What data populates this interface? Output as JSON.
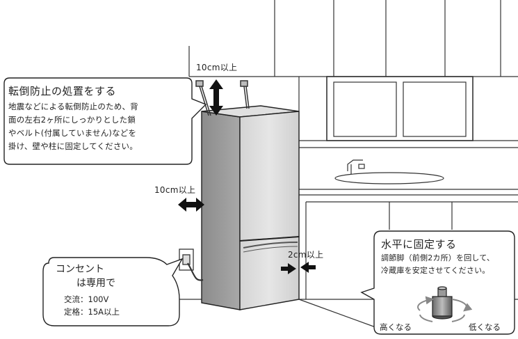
{
  "callouts": {
    "tipping": {
      "title": "転倒防止の処置をする",
      "lines": [
        "地震などによる転倒防止のため、背",
        "面の左右2ヶ所にしっかりとした鎖",
        "やベルト(付属していません)などを",
        "掛け、壁や柱に固定してください。"
      ]
    },
    "outlet": {
      "title_line1": "コンセント",
      "title_line2": "は専用で",
      "spec1": "交流：100V",
      "spec2": "定格：15A以上"
    },
    "level": {
      "title": "水平に固定する",
      "lines": [
        "調節脚（前側2カ所）を回して、",
        "冷蔵庫を安定させてください。"
      ],
      "raise_label": "高くなる",
      "lower_label": "低くなる"
    }
  },
  "clearances": {
    "top": "10cm以上",
    "side": "10cm以上",
    "back": "2cm以上"
  }
}
